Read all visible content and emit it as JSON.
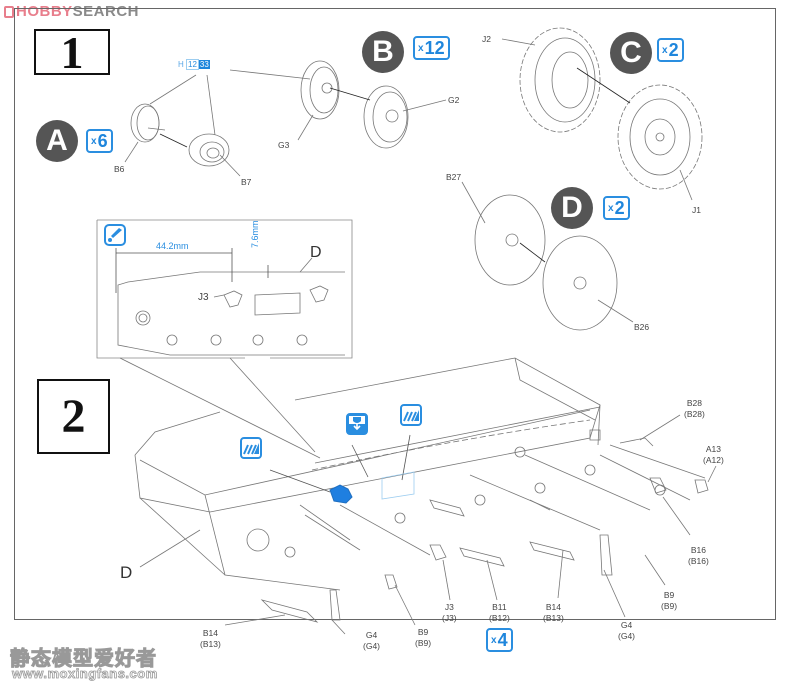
{
  "header": {
    "logo_part1": "HOBBY",
    "logo_part2": "SEARCH"
  },
  "step1": {
    "number": "1",
    "subassemblies": [
      {
        "letter": "A",
        "multiplier_x": "x",
        "multiplier_n": "6",
        "parts": [
          "B6",
          "B7"
        ]
      },
      {
        "letter": "B",
        "multiplier_x": "x",
        "multiplier_n": "12",
        "parts": [
          "G3",
          "G2"
        ]
      },
      {
        "letter": "C",
        "multiplier_x": "x",
        "multiplier_n": "2",
        "parts": [
          "J2",
          "J1"
        ]
      },
      {
        "letter": "D",
        "multiplier_x": "x",
        "multiplier_n": "2",
        "parts": [
          "B27",
          "B26"
        ]
      }
    ],
    "paint_ref": {
      "prefix": "H",
      "code1": "12",
      "code2": "33"
    }
  },
  "detail_inset": {
    "dimension_horizontal": "44.2mm",
    "dimension_vertical": "7.6mm",
    "label_d": "D",
    "label_j3": "J3"
  },
  "step2": {
    "number": "2",
    "label_d": "D",
    "multiplier_x": "x",
    "multiplier_n": "4",
    "callouts": [
      {
        "part": "B28",
        "alt": "(B28)"
      },
      {
        "part": "A13",
        "alt": "(A12)"
      },
      {
        "part": "B16",
        "alt": "(B16)"
      },
      {
        "part": "B9",
        "alt": "(B9)"
      },
      {
        "part": "G4",
        "alt": "(G4)"
      },
      {
        "part": "B14",
        "alt": "(B13)"
      },
      {
        "part": "B11",
        "alt": "(B12)"
      },
      {
        "part": "J3",
        "alt": "(J3)"
      },
      {
        "part": "B9",
        "alt": "(B9)"
      },
      {
        "part": "G4",
        "alt": "(G4)"
      },
      {
        "part": "B14",
        "alt": "(B13)"
      }
    ]
  },
  "colors": {
    "accent_blue": "#2a8ee0",
    "logo_pink": "#e87e8c",
    "step_text": "#111111",
    "subassembly_circle": "#555555"
  },
  "watermark": {
    "text": "静态模型爱好者",
    "url": "www.moxingfans.com"
  }
}
